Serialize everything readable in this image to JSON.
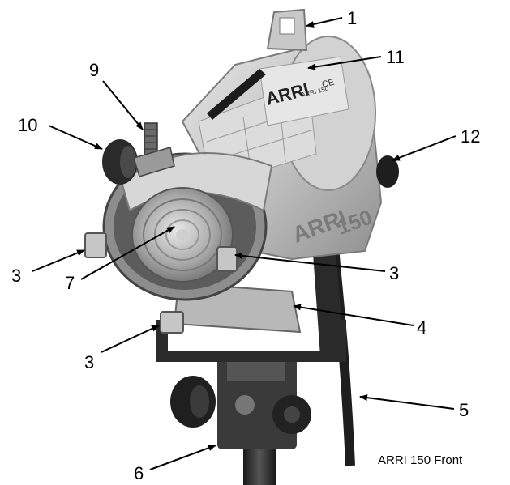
{
  "caption": "ARRI 150 Front",
  "fixture": {
    "brand_text": "ARRI",
    "model_text": "ARRI 150",
    "side_mark": "ARRI",
    "side_model": "150",
    "ce_mark": "CE"
  },
  "callouts": [
    {
      "label": "1"
    },
    {
      "label": "11"
    },
    {
      "label": "9"
    },
    {
      "label": "10"
    },
    {
      "label": "12"
    },
    {
      "label": "3"
    },
    {
      "label": "7"
    },
    {
      "label": "3"
    },
    {
      "label": "4"
    },
    {
      "label": "3"
    },
    {
      "label": "5"
    },
    {
      "label": "6"
    }
  ],
  "colors": {
    "housing": "#c9c9c9",
    "housing_dark": "#8a8a8a",
    "metal_dark": "#2b2b2b",
    "lens": "#b5b5b5",
    "background": "#ffffff"
  }
}
